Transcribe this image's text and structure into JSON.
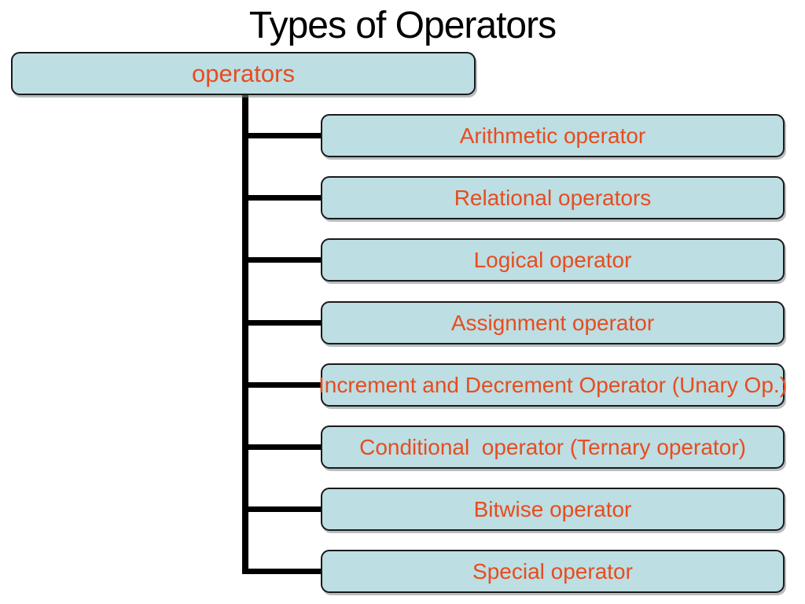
{
  "slide": {
    "title": "Types of Operators",
    "root": {
      "label": "operators"
    },
    "children": [
      {
        "label": "Arithmetic operator"
      },
      {
        "label": "Relational operators"
      },
      {
        "label": "Logical operator"
      },
      {
        "label": "Assignment operator"
      },
      {
        "label": "Increment and Decrement Operator (Unary Op.)"
      },
      {
        "label": "Conditional  operator (Ternary operator)"
      },
      {
        "label": "Bitwise operator"
      },
      {
        "label": "Special operator"
      }
    ],
    "colors": {
      "background": "#ffffff",
      "box_fill": "#bddee2",
      "box_border": "#1a1a1a",
      "box_text": "#e74c1f",
      "title_text": "#000000",
      "connector": "#000000"
    }
  }
}
